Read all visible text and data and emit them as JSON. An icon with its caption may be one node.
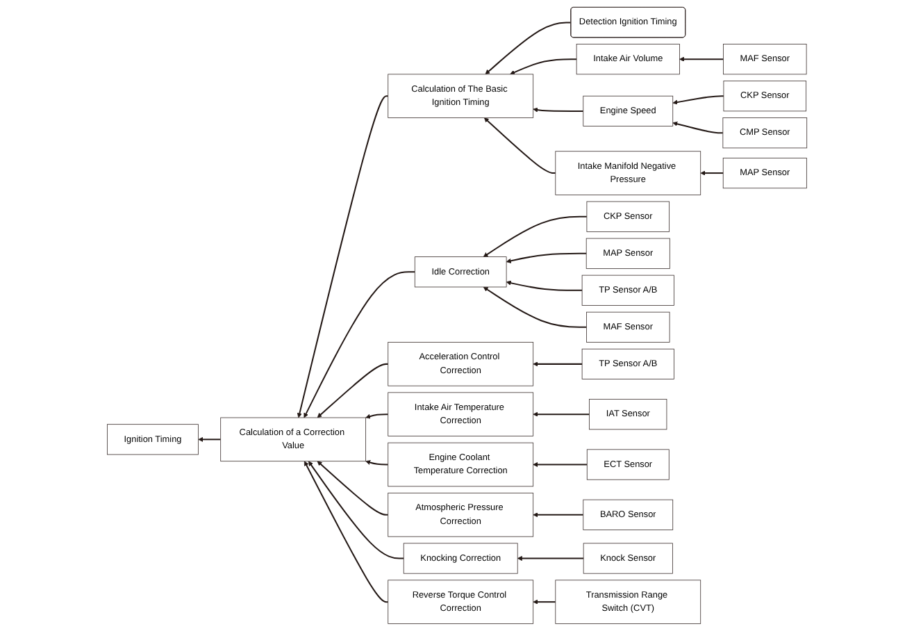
{
  "diagram": {
    "nodes": [
      {
        "text": [
          "Detection Ignition Timing"
        ]
      },
      {
        "text": [
          "Calculation of The Basic Ignition Timing"
        ]
      },
      {
        "text": [
          "Intake Air Volume"
        ]
      },
      {
        "text": [
          "MAF Sensor"
        ]
      },
      {
        "text": [
          "Engine Speed"
        ]
      },
      {
        "text": [
          "CKP Sensor"
        ]
      },
      {
        "text": [
          "CMP Sensor"
        ]
      },
      {
        "text": [
          "Intake Manifold Negative Pressure"
        ]
      },
      {
        "text": [
          "MAP Sensor"
        ]
      },
      {
        "text": [
          "Calculation of a Correction Value"
        ]
      },
      {
        "text": [
          "Idle Correction"
        ]
      },
      {
        "text": [
          "CKP Sensor"
        ]
      },
      {
        "text": [
          "MAP Sensor"
        ]
      },
      {
        "text": [
          "TP Sensor A/B"
        ]
      },
      {
        "text": [
          "MAF Sensor"
        ]
      },
      {
        "text": [
          "Acceleration Control Correction"
        ]
      },
      {
        "text": [
          "TP Sensor A/B"
        ]
      },
      {
        "text": [
          "Intake Air Temperature Correction"
        ]
      },
      {
        "text": [
          "IAT Sensor"
        ]
      },
      {
        "text": [
          "Engine Coolant Temperature Correction"
        ]
      },
      {
        "text": [
          "ECT Sensor"
        ]
      },
      {
        "text": [
          "Atmospheric Pressure Correction"
        ]
      },
      {
        "text": [
          "BARO Sensor"
        ]
      },
      {
        "text": [
          "Knocking Correction"
        ]
      },
      {
        "text": [
          "Knock Sensor"
        ]
      },
      {
        "text": [
          "Reverse Torque Control Correction"
        ]
      },
      {
        "text": [
          "Transmission Range Switch (CVT)"
        ]
      },
      {
        "text": [
          "Ignition Timing"
        ]
      }
    ],
    "edges": [
      {
        "from": 0,
        "to": 1,
        "arrow": "to"
      },
      {
        "from": 1,
        "to": 9,
        "arrow": "to"
      },
      {
        "from": 9,
        "to": 27,
        "arrow": "to"
      },
      {
        "from": 2,
        "to": 1,
        "arrow": "to"
      },
      {
        "from": 4,
        "to": 1,
        "arrow": "to"
      },
      {
        "from": 7,
        "to": 1,
        "arrow": "to"
      },
      {
        "from": 3,
        "to": 2,
        "arrow": "to"
      },
      {
        "from": 5,
        "to": 4,
        "arrow": "to"
      },
      {
        "from": 6,
        "to": 4,
        "arrow": "to"
      },
      {
        "from": 8,
        "to": 7,
        "arrow": "to"
      },
      {
        "from": 10,
        "to": 9,
        "arrow": "to"
      },
      {
        "from": 15,
        "to": 9,
        "arrow": "to"
      },
      {
        "from": 17,
        "to": 9,
        "arrow": "to"
      },
      {
        "from": 19,
        "to": 9,
        "arrow": "to"
      },
      {
        "from": 21,
        "to": 9,
        "arrow": "to"
      },
      {
        "from": 23,
        "to": 9,
        "arrow": "to"
      },
      {
        "from": 25,
        "to": 9,
        "arrow": "to"
      },
      {
        "from": 11,
        "to": 10,
        "arrow": "to"
      },
      {
        "from": 12,
        "to": 10,
        "arrow": "to"
      },
      {
        "from": 13,
        "to": 10,
        "arrow": "to"
      },
      {
        "from": 14,
        "to": 10,
        "arrow": "to"
      },
      {
        "from": 16,
        "to": 15,
        "arrow": "to"
      },
      {
        "from": 18,
        "to": 17,
        "arrow": "to"
      },
      {
        "from": 20,
        "to": 19,
        "arrow": "to"
      },
      {
        "from": 22,
        "to": 21,
        "arrow": "to"
      },
      {
        "from": 24,
        "to": 23,
        "arrow": "to"
      },
      {
        "from": 26,
        "to": 25,
        "arrow": "to"
      }
    ]
  }
}
